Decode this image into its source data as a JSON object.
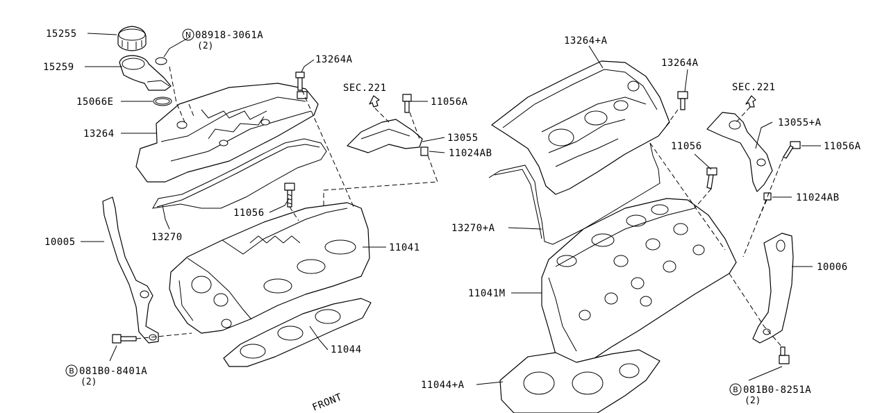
{
  "diagram": {
    "callouts": {
      "p15255": "15255",
      "n08918": "08918-3061A",
      "n08918_qty": "(2)",
      "n_symbol": "N",
      "p15259": "15259",
      "p15066e": "15066E",
      "p13264": "13264",
      "p13264a_left": "13264A",
      "sec221_left": "SEC.221",
      "p11056a_left": "11056A",
      "p13055": "13055",
      "p11024ab_left": "11024AB",
      "p11056_left": "11056",
      "p13270": "13270",
      "p10005": "10005",
      "p11041": "11041",
      "p11044": "11044",
      "b081b0_8401": "081B0-8401A",
      "b081b0_8401_qty": "(2)",
      "b_symbol": "B",
      "p13264_plus_a": "13264+A",
      "p13264a_right": "13264A",
      "sec221_right": "SEC.221",
      "p13055_plus_a": "13055+A",
      "p11056_right": "11056",
      "p11056a_right": "11056A",
      "p11024ab_right": "11024AB",
      "p13270_plus_a": "13270+A",
      "p10006": "10006",
      "p11041m": "11041M",
      "p11044_plus_a": "11044+A",
      "b081b0_8251": "081B0-8251A",
      "b081b0_8251_qty": "(2)",
      "front": "FRONT"
    }
  }
}
